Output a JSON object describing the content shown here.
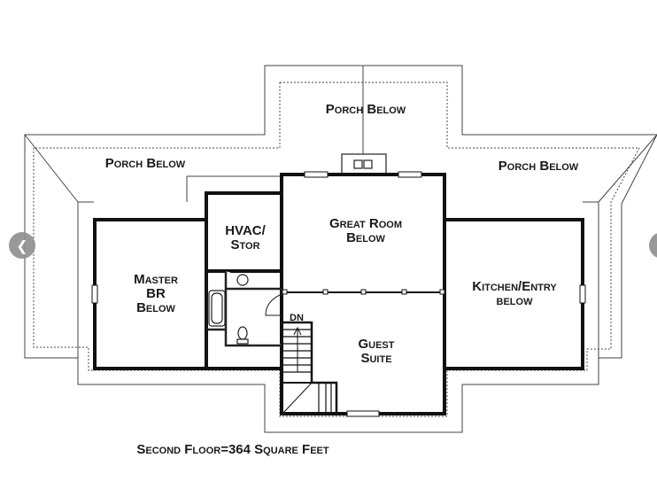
{
  "plan": {
    "porch_top": "Porch Below",
    "porch_left": "Porch Below",
    "porch_right": "Porch Below",
    "hvac_line1": "HVAC/",
    "hvac_line2": "Stor",
    "master_line1": "Master",
    "master_line2": "BR",
    "master_line3": "Below",
    "great_line1": "Great Room",
    "great_line2": "Below",
    "kitchen_line1": "Kitchen/Entry",
    "kitchen_line2": "below",
    "guest_line1": "Guest",
    "guest_line2": "Suite",
    "dn": "DN",
    "caption": "Second Floor=364 Square Feet"
  },
  "nav": {
    "prev_icon": "chevron-left-icon",
    "next_icon": "chevron-right-icon"
  },
  "colors": {
    "wall": "#111111",
    "roof_line": "#444444",
    "nav_button": "#8e8e8e"
  }
}
